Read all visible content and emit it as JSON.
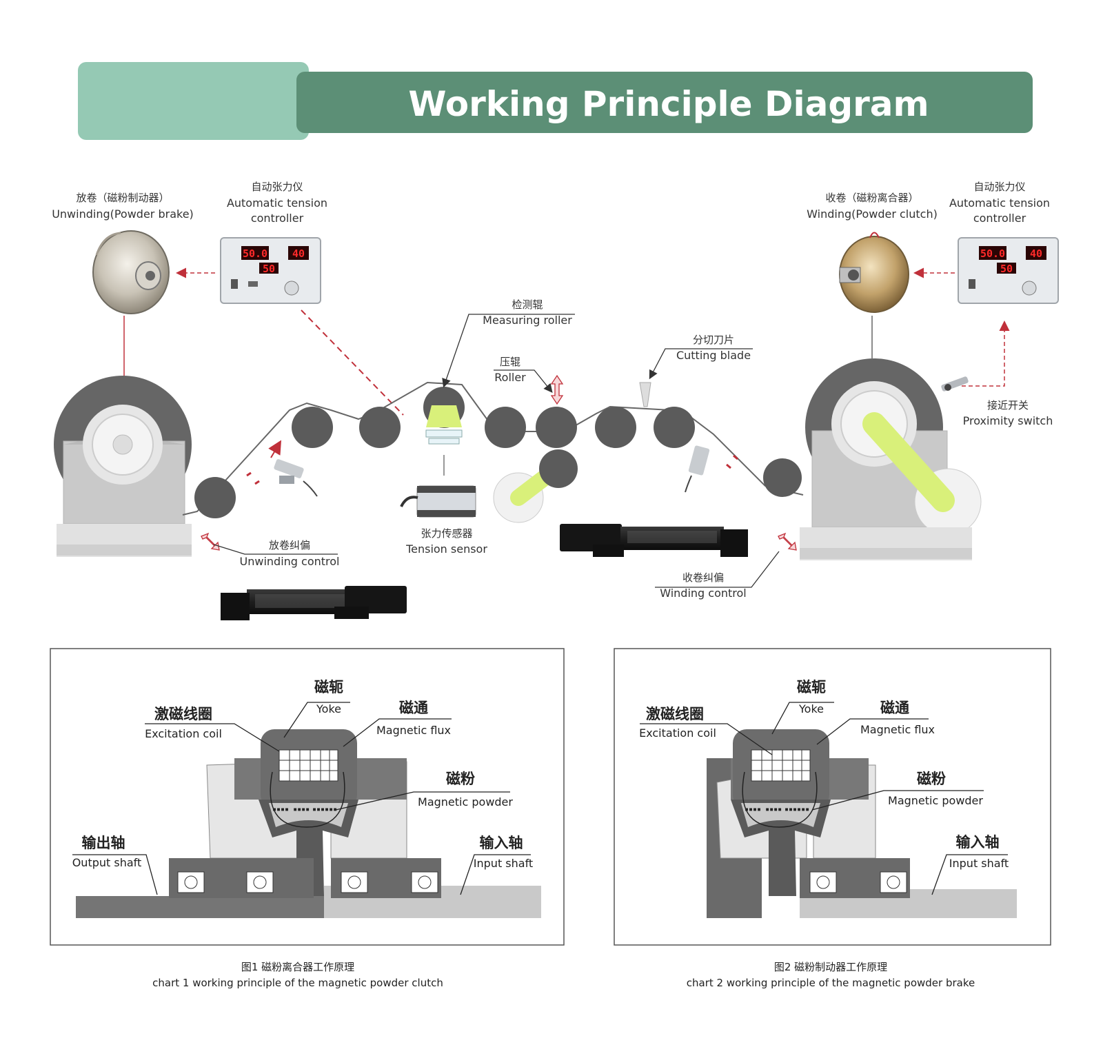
{
  "title": "Working Principle Diagram",
  "colors": {
    "banner_light": "#95c9b4",
    "banner_dark": "#5c8f76",
    "roller": "#5b5b5b",
    "accent_green": "#d9f07a",
    "arrow_red": "#c0303a"
  },
  "machine": {
    "unwinding": {
      "cn": "放卷（磁粉制动器）",
      "en": "Unwinding(Powder brake)"
    },
    "controller_left": {
      "cn": "自动张力仪",
      "en1": "Automatic tension",
      "en2": "controller",
      "lcd1": "50.0",
      "lcd2": "40",
      "lcd3": "50"
    },
    "winding": {
      "cn": "收卷（磁粉离合器）",
      "en": "Winding(Powder clutch)"
    },
    "controller_right": {
      "cn": "自动张力仪",
      "en1": "Automatic tension",
      "en2": "controller",
      "lcd1": "50.0",
      "lcd2": "40",
      "lcd3": "50"
    },
    "measuring_roller": {
      "cn": "检测辊",
      "en": "Measuring roller"
    },
    "roller": {
      "cn": "压辊",
      "en": "Roller"
    },
    "cutting_blade": {
      "cn": "分切刀片",
      "en": "Cutting blade"
    },
    "proximity_switch": {
      "cn": "接近开关",
      "en": "Proximity switch"
    },
    "tension_sensor": {
      "cn": "张力传感器",
      "en": "Tension sensor"
    },
    "unwinding_control": {
      "cn": "放卷纠偏",
      "en": "Unwinding control"
    },
    "winding_control": {
      "cn": "收卷纠偏",
      "en": "Winding control"
    }
  },
  "chart1": {
    "yoke": {
      "cn": "磁轭",
      "en": "Yoke"
    },
    "coil": {
      "cn": "激磁线圈",
      "en": "Excitation coil"
    },
    "flux": {
      "cn": "磁通",
      "en": "Magnetic flux"
    },
    "powder": {
      "cn": "磁粉",
      "en": "Magnetic powder"
    },
    "output": {
      "cn": "输出轴",
      "en": "Output shaft"
    },
    "input": {
      "cn": "输入轴",
      "en": "Input shaft"
    },
    "caption_cn": "图1 磁粉离合器工作原理",
    "caption_en": "chart 1 working principle of the magnetic powder clutch"
  },
  "chart2": {
    "yoke": {
      "cn": "磁轭",
      "en": "Yoke"
    },
    "coil": {
      "cn": "激磁线圈",
      "en": "Excitation coil"
    },
    "flux": {
      "cn": "磁通",
      "en": "Magnetic flux"
    },
    "powder": {
      "cn": "磁粉",
      "en": "Magnetic powder"
    },
    "input": {
      "cn": "输入轴",
      "en": "Input shaft"
    },
    "caption_cn": "图2 磁粉制动器工作原理",
    "caption_en": "chart 2 working principle of the magnetic powder brake"
  }
}
